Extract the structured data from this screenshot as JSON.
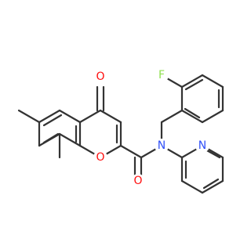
{
  "molecule": {
    "atoms": {
      "o_carbonyl_ring": {
        "symbol": "O",
        "color": "#ff0d0d"
      },
      "o_ring": {
        "symbol": "O",
        "color": "#ff0d0d"
      },
      "o_amide": {
        "symbol": "O",
        "color": "#ff0d0d"
      },
      "n_amide": {
        "symbol": "N",
        "color": "#3050f8"
      },
      "n_pyridine": {
        "symbol": "N",
        "color": "#3050f8"
      },
      "f": {
        "symbol": "F",
        "color": "#90e050"
      }
    },
    "bond_color": "#333333"
  }
}
